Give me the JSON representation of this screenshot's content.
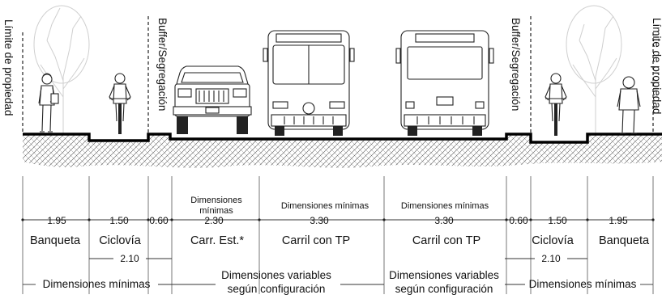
{
  "side_labels": {
    "left_property": "Límite de propiedad",
    "left_buffer": "Buffer/Segregación",
    "right_buffer": "Buffer/Segregación",
    "right_property": "Límite de propiedad"
  },
  "segments": [
    {
      "id": "banqueta-left",
      "width": "1.95",
      "label": "Banqueta"
    },
    {
      "id": "ciclovia-left",
      "width": "1.50",
      "label": "Ciclovía"
    },
    {
      "id": "buffer-left",
      "width": "0.60",
      "label": ""
    },
    {
      "id": "carr-est",
      "width": "2.30",
      "label": "Carr. Est.*"
    },
    {
      "id": "carril-tp-left",
      "width": "3.30",
      "label": "Carril con TP"
    },
    {
      "id": "carril-tp-right",
      "width": "3.30",
      "label": "Carril con TP"
    },
    {
      "id": "buffer-right",
      "width": "0.60",
      "label": ""
    },
    {
      "id": "ciclovia-right",
      "width": "1.50",
      "label": "Ciclovía"
    },
    {
      "id": "banqueta-right",
      "width": "1.95",
      "label": "Banqueta"
    }
  ],
  "notes": {
    "carr_est": "Dimensiones mínimas",
    "carril_left": "Dimensiones mínimas",
    "carril_right": "Dimensiones mínimas"
  },
  "sub_dims": {
    "left": "2.10",
    "right": "2.10"
  },
  "bottom": {
    "left": "Dimensiones mínimas",
    "mid_left_1": "Dimensiones variables",
    "mid_left_2": "según configuración",
    "mid_right_1": "Dimensiones variables",
    "mid_right_2": "según configuración",
    "right": "Dimensiones mínimas"
  }
}
